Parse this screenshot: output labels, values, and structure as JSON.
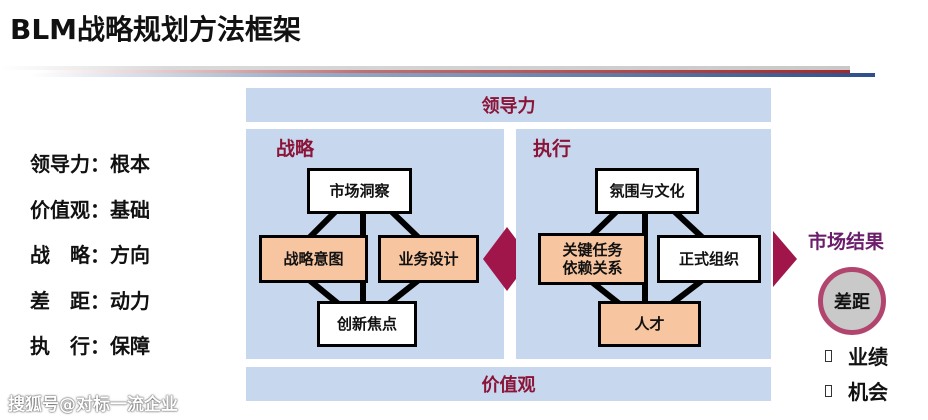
{
  "title": "BLM战略规划方法框架",
  "left_list": [
    {
      "key": "领导力：",
      "value": "根本"
    },
    {
      "key": "价值观：",
      "value": "基础"
    },
    {
      "key": "战　略：",
      "value": "方向"
    },
    {
      "key": "差　距：",
      "value": "动力"
    },
    {
      "key": "执　行：",
      "value": "保障"
    }
  ],
  "top_band": "领导力",
  "bottom_band": "价值观",
  "strategy": {
    "title": "战略",
    "boxes": [
      "市场洞察",
      "战略意图",
      "业务设计",
      "创新焦点"
    ]
  },
  "execution": {
    "title": "执行",
    "boxes": [
      "氛围与文化",
      "关键任务\n依赖关系",
      "正式组织",
      "人才"
    ]
  },
  "outcome": {
    "title": "市场结果",
    "circle": "差距",
    "items": [
      "业绩",
      "机会"
    ]
  },
  "watermark": "搜狐号@对标一流企业",
  "colors": {
    "panel": "#c7d7ee",
    "accent": "#8b1538",
    "orange_box": "#f7c59f",
    "arrow": "#a0154a"
  }
}
